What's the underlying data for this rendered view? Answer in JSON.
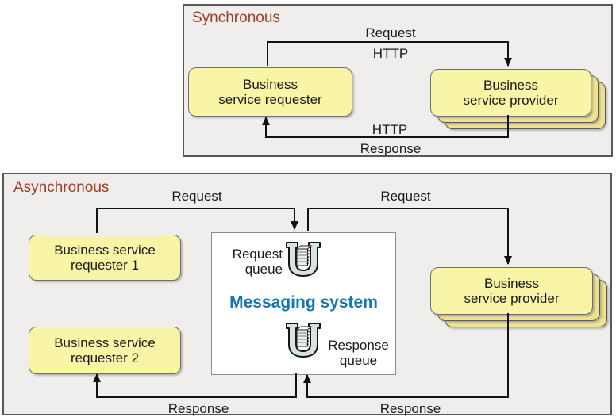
{
  "panels": {
    "synchronous": {
      "title": "Synchronous",
      "requester": {
        "label": "Business\nservice requester"
      },
      "provider": {
        "label": "Business\nservice provider"
      },
      "labels": {
        "request": "Request",
        "http_top": "HTTP",
        "http_bottom": "HTTP",
        "response": "Response"
      }
    },
    "asynchronous": {
      "title": "Asynchronous",
      "requester1": {
        "label": "Business service\nrequester 1"
      },
      "requester2": {
        "label": "Business service\nrequester 2"
      },
      "provider": {
        "label": "Business\nservice provider"
      },
      "messaging_system": {
        "title": "Messaging system",
        "request_queue": {
          "label": "Request\nqueue",
          "icon": "queue-icon"
        },
        "response_queue": {
          "label": "Response\nqueue",
          "icon": "queue-icon"
        }
      },
      "labels": {
        "request_left": "Request",
        "request_right": "Request",
        "response_left": "Response",
        "response_right": "Response"
      }
    }
  },
  "colors": {
    "panel_background": "#efeeec",
    "panel_border": "#59595b",
    "box_fill": "#f9f5a7",
    "box_stack_fill": "#eee290",
    "title_brown": "#a03e25",
    "messaging_blue": "#1478b0",
    "arrow_black": "#111111",
    "queue_icon_fill": "#d6e4da"
  }
}
